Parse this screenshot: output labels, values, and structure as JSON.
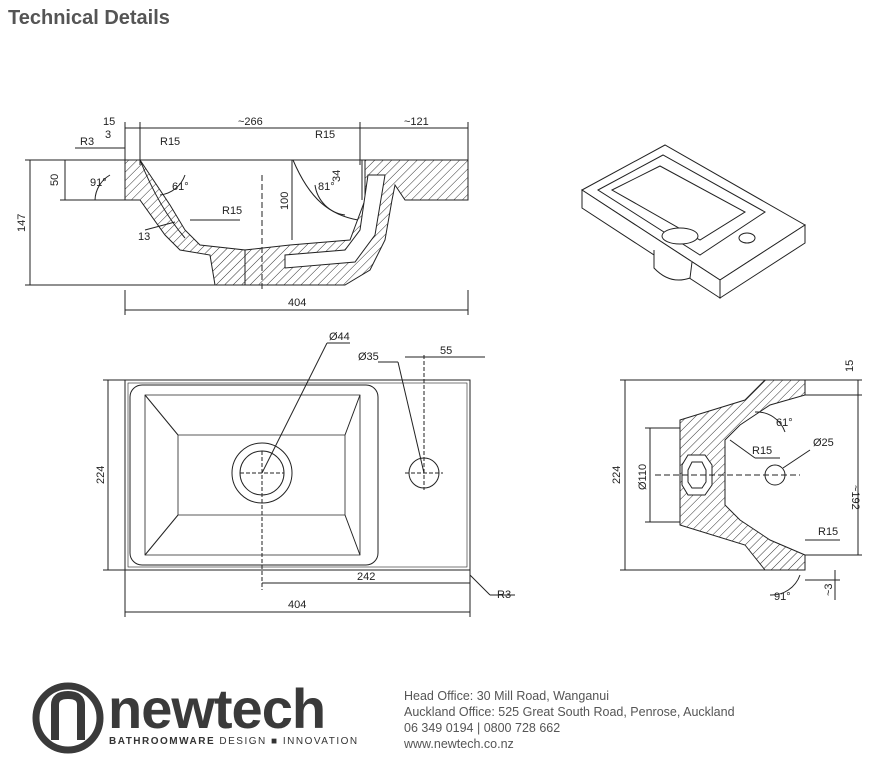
{
  "header": {
    "title": "Technical Details"
  },
  "dimensions": {
    "d15": "15",
    "d266": "~266",
    "d121": "~121",
    "d3": "3",
    "r3": "R3",
    "r15": "R15",
    "r15b": "R15",
    "d50": "50",
    "d147": "147",
    "a91": "91°",
    "a61": "61°",
    "a81": "81°",
    "d34": "34",
    "d100": "100",
    "r15c": "R15",
    "d13": "13",
    "d404": "404",
    "dia44": "Ø44",
    "dia35": "Ø35",
    "d55": "55",
    "d224": "224",
    "d242": "242",
    "d404b": "404",
    "r3b": "R3",
    "d15b": "15",
    "a61b": "61°",
    "r15d": "R15",
    "dia25": "Ø25",
    "dia110": "Ø110",
    "d224b": "224",
    "d192": "~192",
    "r15e": "R15",
    "d3b": "~3",
    "a91b": "91°"
  },
  "logo": {
    "word": "newtech",
    "tag_bold": "BATHROOMWARE",
    "tag_rest": " DESIGN ■ INNOVATION"
  },
  "contact": {
    "line1": "Head Office: 30 Mill Road, Wanganui",
    "line2": "Auckland Office: 525 Great South Road, Penrose, Auckland",
    "line3": "06 349 0194  |  0800 728 662",
    "line4": "www.newtech.co.nz"
  }
}
